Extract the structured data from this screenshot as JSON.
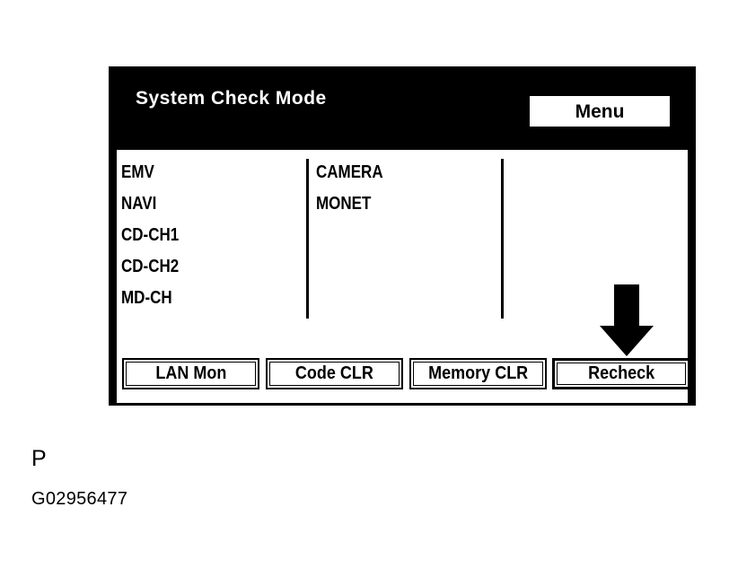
{
  "screen": {
    "title": "System Check Mode",
    "menu_label": "Menu"
  },
  "columns": [
    {
      "items": [
        "EMV",
        "NAVI",
        "CD-CH1",
        "CD-CH2",
        "MD-CH"
      ]
    },
    {
      "items": [
        "CAMERA",
        "MONET"
      ]
    },
    {
      "items": []
    }
  ],
  "buttons": {
    "lan_mon": "LAN Mon",
    "code_clr": "Code CLR",
    "memory_clr": "Memory CLR",
    "recheck": "Recheck"
  },
  "caption": {
    "letter": "P",
    "code": "G02956477"
  },
  "icons": {
    "pointer": "down-arrow-icon"
  }
}
